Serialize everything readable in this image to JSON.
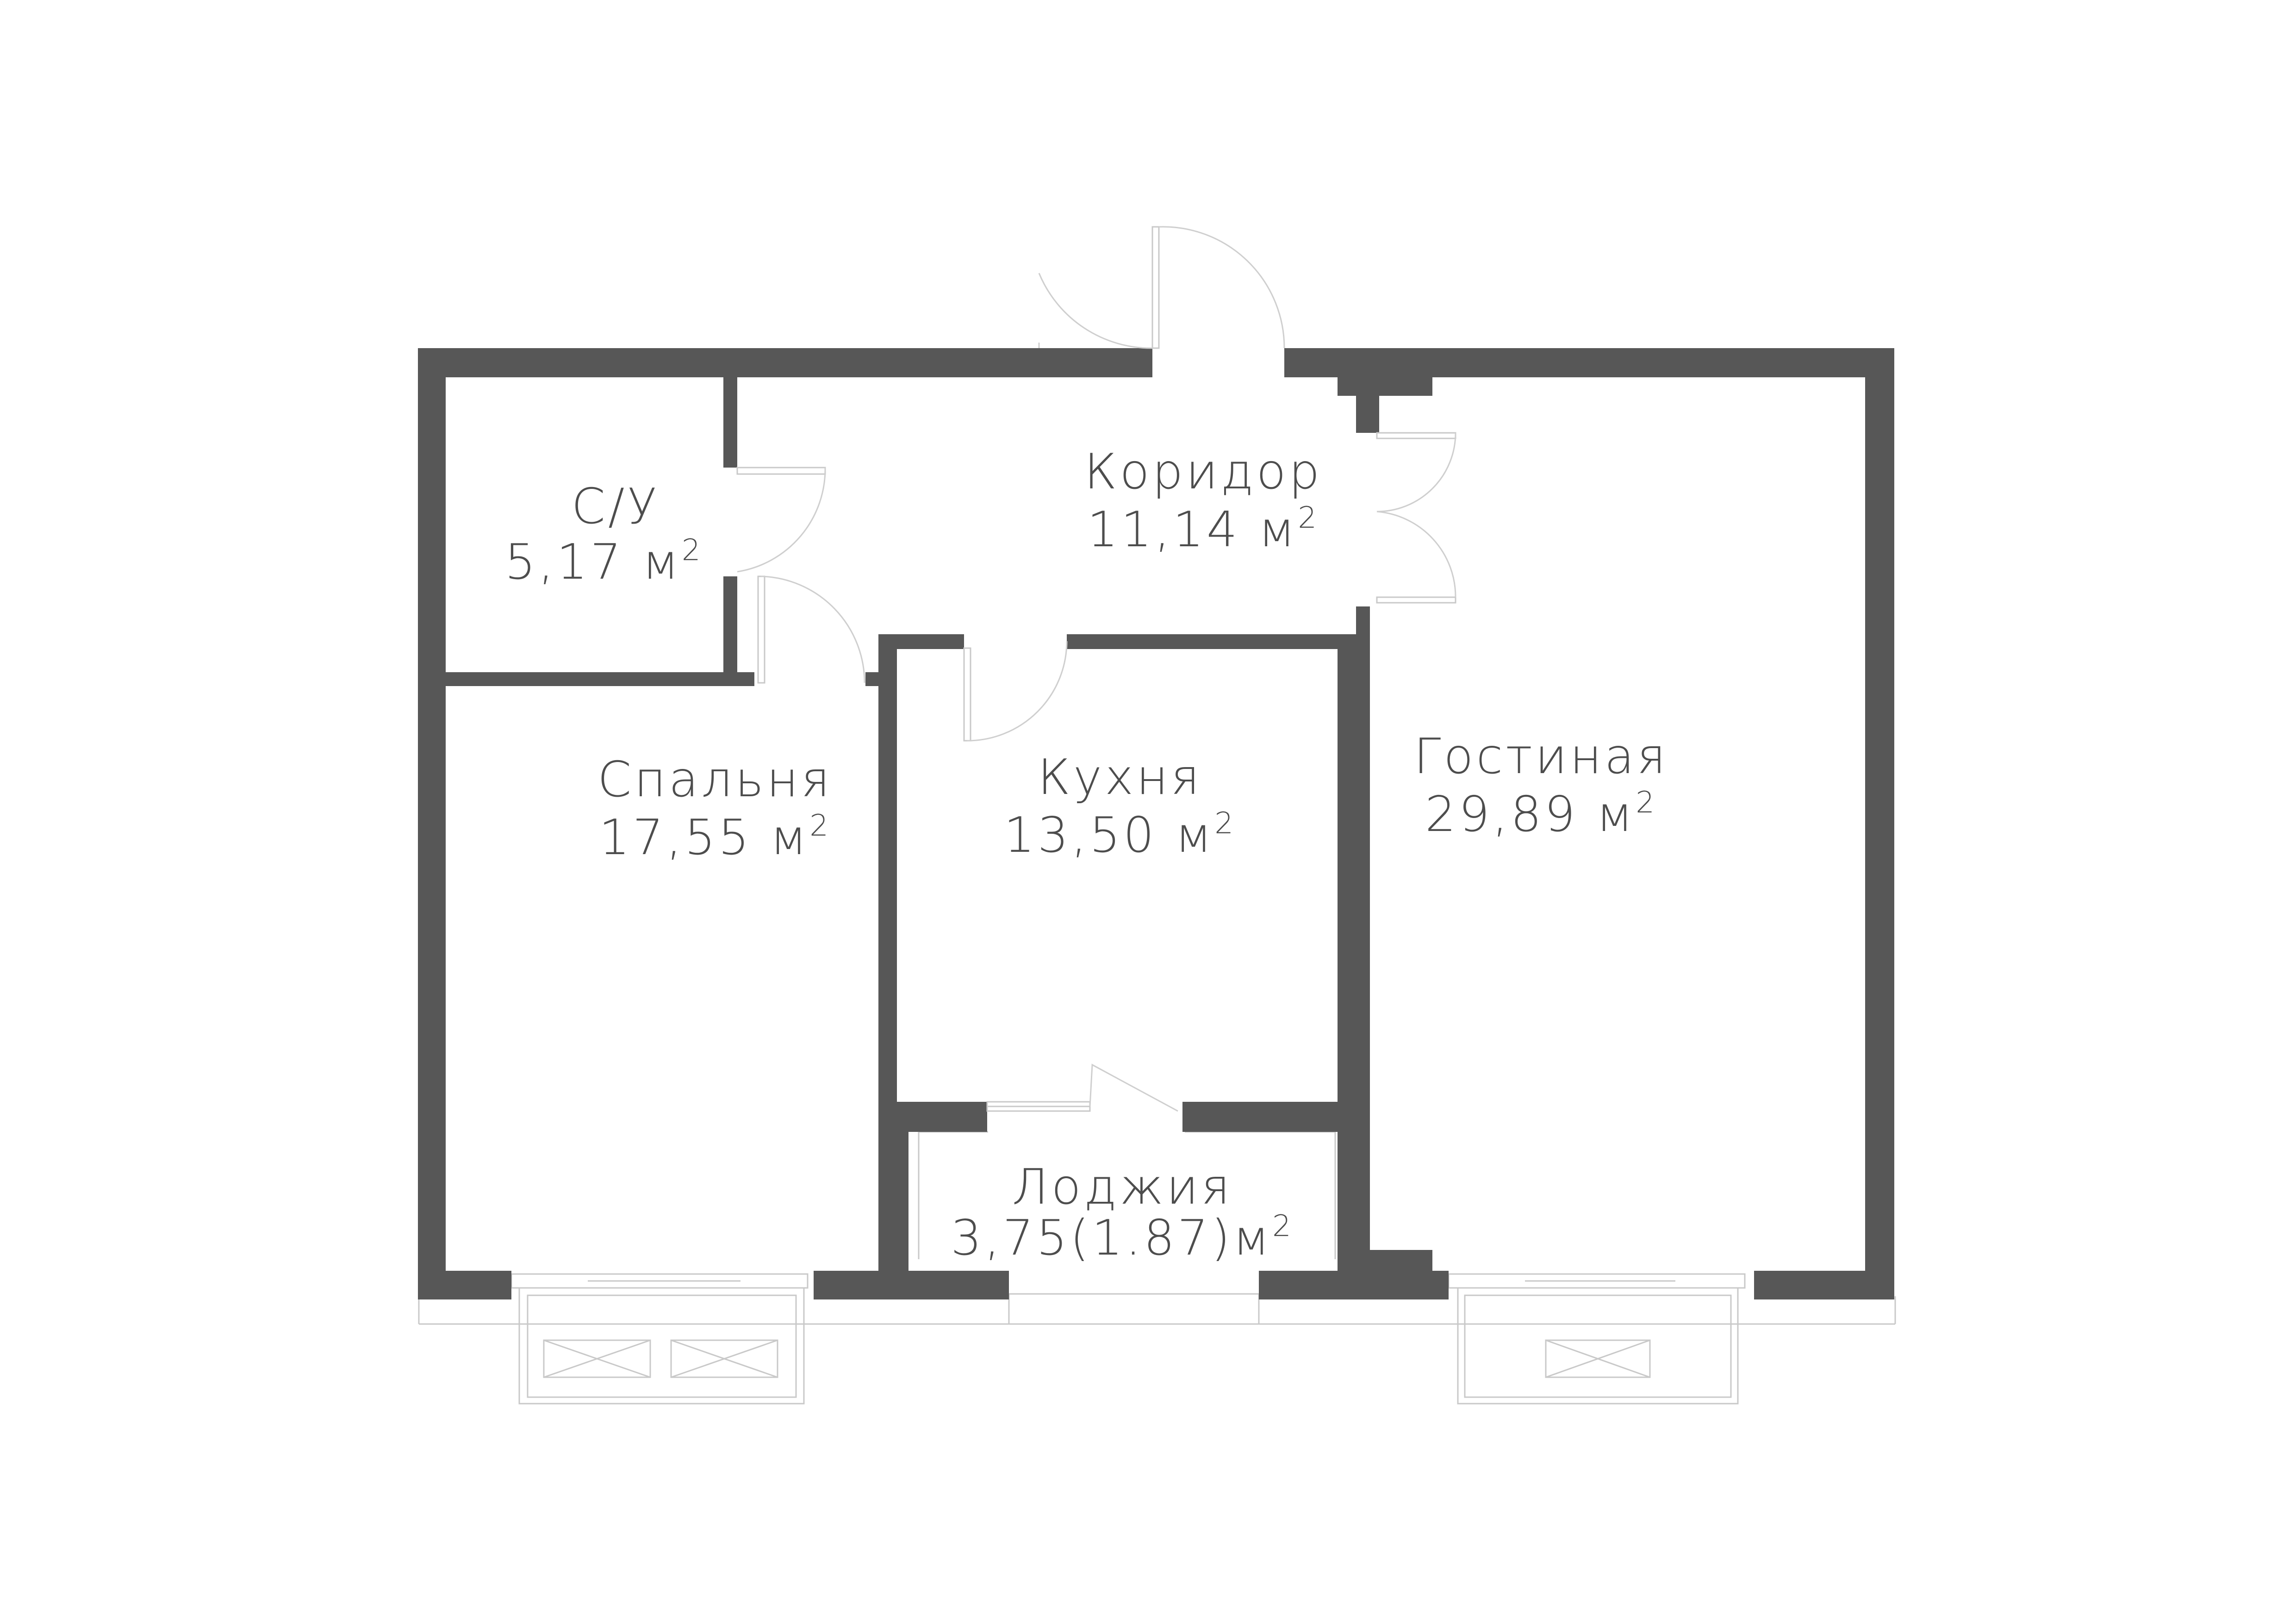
{
  "colors": {
    "wall": "#575757",
    "text": "#4d4d4d",
    "thin_line": "#c9c9c9",
    "background": "#ffffff"
  },
  "rooms": {
    "bathroom": {
      "name": "С/У",
      "area": "5,17",
      "unit": "м",
      "exp": "2"
    },
    "corridor": {
      "name": "Коридор",
      "area": "11,14",
      "unit": "м",
      "exp": "2"
    },
    "bedroom": {
      "name": "Спальня",
      "area": "17,55",
      "unit": "м",
      "exp": "2"
    },
    "kitchen": {
      "name": "Кухня",
      "area": "13,50",
      "unit": "м",
      "exp": "2"
    },
    "living": {
      "name": "Гостиная",
      "area": "29,89",
      "unit": "м",
      "exp": "2"
    },
    "loggia": {
      "name": "Лоджия",
      "area": "3,75(1.87)м",
      "exp": "2"
    }
  }
}
